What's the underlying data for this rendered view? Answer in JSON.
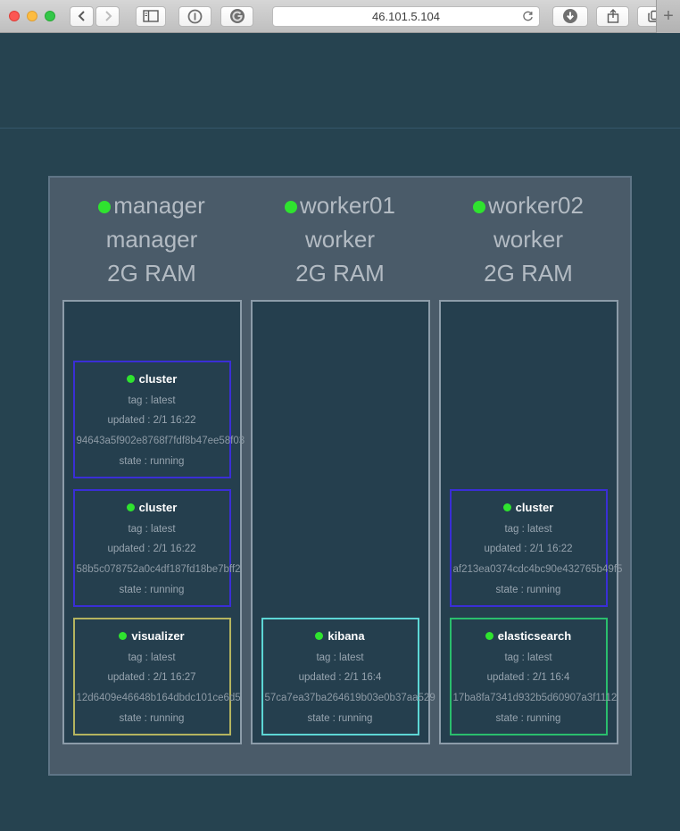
{
  "browser": {
    "url": "46.101.5.104",
    "new_tab_label": "+",
    "icons": {
      "back": "chevron-left",
      "forward": "chevron-right",
      "sidebar": "split-pane",
      "extension_1": "circled-bar",
      "extension_2": "dark-circle-g",
      "reload": "circular-arrow",
      "download": "circle-down-arrow",
      "share": "box-up-arrow",
      "tabs": "overlapping-squares"
    }
  },
  "colors": {
    "page_background": "#264350",
    "panel_background": "#4a5b69",
    "column_background": "#253f4e",
    "status_dot_green": "#2fe32f",
    "cluster_border": "#3a2ed6",
    "visualizer_border": "#b5b45f",
    "kibana_border": "#5dd6d5",
    "elasticsearch_border": "#2abe6d"
  },
  "nodes": [
    {
      "name": "manager",
      "role": "manager",
      "ram": "2G RAM",
      "containers": [
        {
          "name": "cluster",
          "tag": "tag : latest",
          "updated": "updated : 2/1 16:22",
          "hash": "94643a5f902e8768f7fdf8b47ee58f03",
          "state": "state : running"
        },
        {
          "name": "cluster",
          "tag": "tag : latest",
          "updated": "updated : 2/1 16:22",
          "hash": "58b5c078752a0c4df187fd18be7bff2",
          "state": "state : running"
        },
        {
          "name": "visualizer",
          "tag": "tag : latest",
          "updated": "updated : 2/1 16:27",
          "hash": "12d6409e46648b164dbdc101ce6d5",
          "state": "state : running"
        }
      ]
    },
    {
      "name": "worker01",
      "role": "worker",
      "ram": "2G RAM",
      "containers": [
        {
          "name": "kibana",
          "tag": "tag : latest",
          "updated": "updated : 2/1 16:4",
          "hash": "57ca7ea37ba264619b03e0b37aa529",
          "state": "state : running"
        }
      ]
    },
    {
      "name": "worker02",
      "role": "worker",
      "ram": "2G RAM",
      "containers": [
        {
          "name": "cluster",
          "tag": "tag : latest",
          "updated": "updated : 2/1 16:22",
          "hash": "af213ea0374cdc4bc90e432765b49f5",
          "state": "state : running"
        },
        {
          "name": "elasticsearch",
          "tag": "tag : latest",
          "updated": "updated : 2/1 16:4",
          "hash": "17ba8fa7341d932b5d60907a3f1112",
          "state": "state : running"
        }
      ]
    }
  ]
}
